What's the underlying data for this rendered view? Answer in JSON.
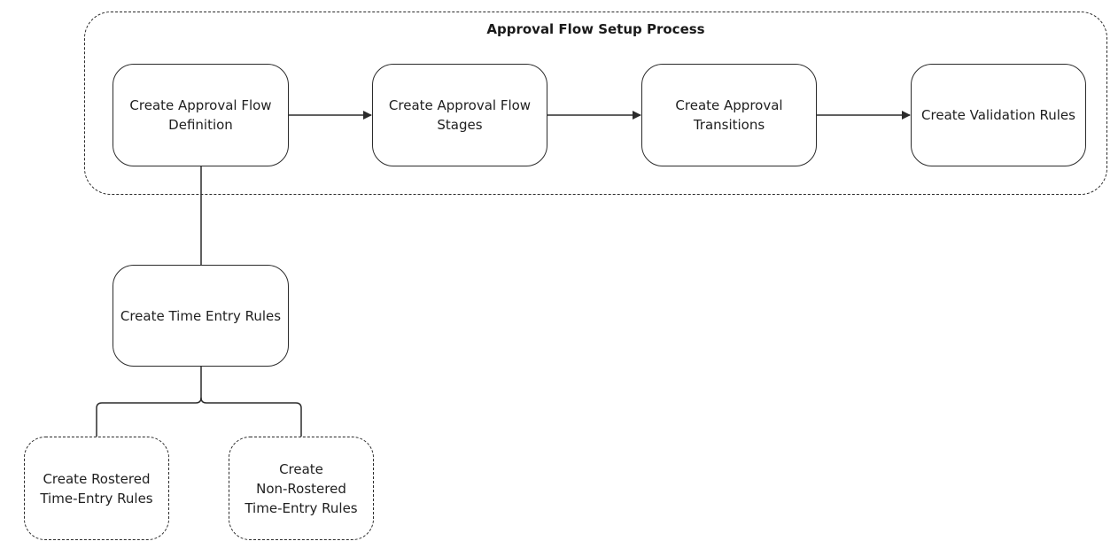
{
  "diagram": {
    "group": {
      "title": "Approval Flow Setup Process"
    },
    "nodes": {
      "definition": "Create Approval Flow\nDefinition",
      "stages": "Create Approval Flow\nStages",
      "transitions": "Create Approval\nTransitions",
      "validation": "Create Validation Rules",
      "time_entry": "Create Time Entry Rules",
      "rostered": "Create Rostered\nTime-Entry Rules",
      "non_rostered": "Create\nNon-Rostered\nTime-Entry Rules"
    },
    "edges": [
      {
        "from": "definition",
        "to": "stages",
        "style": "arrow"
      },
      {
        "from": "stages",
        "to": "transitions",
        "style": "arrow"
      },
      {
        "from": "transitions",
        "to": "validation",
        "style": "arrow"
      },
      {
        "from": "definition",
        "to": "time_entry",
        "style": "line"
      },
      {
        "from": "time_entry",
        "to": "rostered",
        "style": "bracket"
      },
      {
        "from": "time_entry",
        "to": "non_rostered",
        "style": "bracket"
      }
    ]
  }
}
